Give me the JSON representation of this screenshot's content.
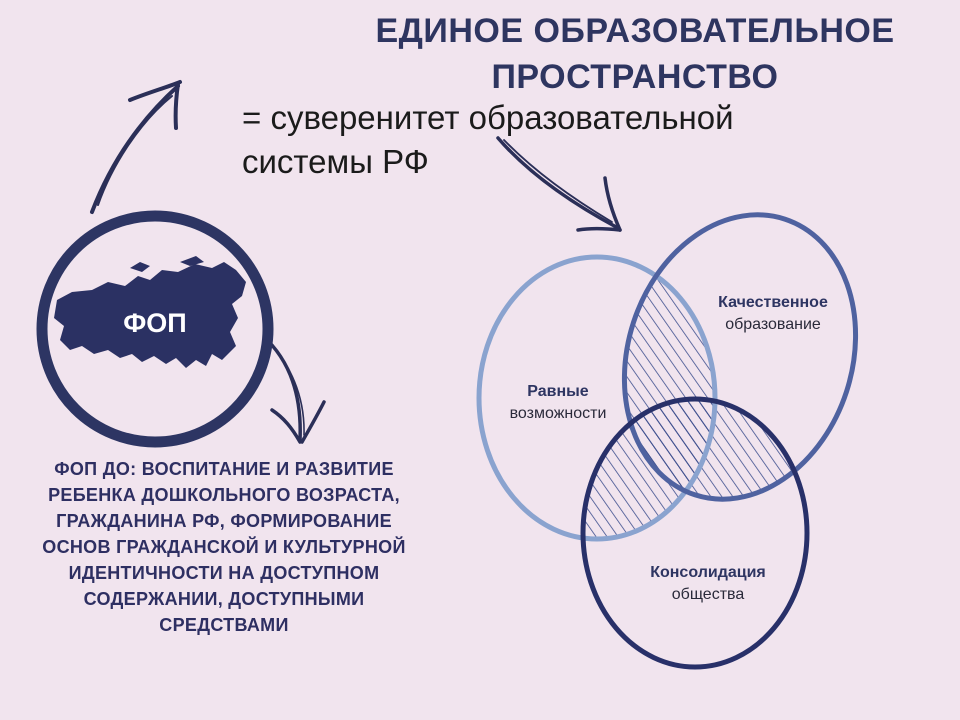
{
  "title": "ЕДИНОЕ ОБРАЗОВАТЕЛЬНОЕ ПРОСТРАНСТВО",
  "subtitle": "= суверенитет образовательной системы РФ",
  "fop": {
    "label": "ФОП",
    "map_icon": "russia-map-icon"
  },
  "description": "ФОП ДО: ВОСПИТАНИЕ И РАЗВИТИЕ РЕБЕНКА ДОШКОЛЬНОГО ВОЗРАСТА, ГРАЖДАНИНА РФ, ФОРМИРОВАНИЕ ОСНОВ ГРАЖДАНСКОЙ И КУЛЬТУРНОЙ ИДЕНТИЧНОСТИ НА ДОСТУПНОМ СОДЕРЖАНИИ, ДОСТУПНЫМИ СРЕДСТВАМИ",
  "venn": {
    "equal": {
      "line1": "Равные",
      "line2": "возможности"
    },
    "quality": {
      "line1": "Качественное",
      "line2": "образование"
    },
    "consolidation": {
      "line1": "Консолидация",
      "line2": "общества"
    }
  },
  "colors": {
    "background": "#f1e4ee",
    "navy": "#2e3560",
    "ring_light": "#8aa3cf",
    "ring_mid": "#4f62a0",
    "ring_dark": "#283069"
  }
}
